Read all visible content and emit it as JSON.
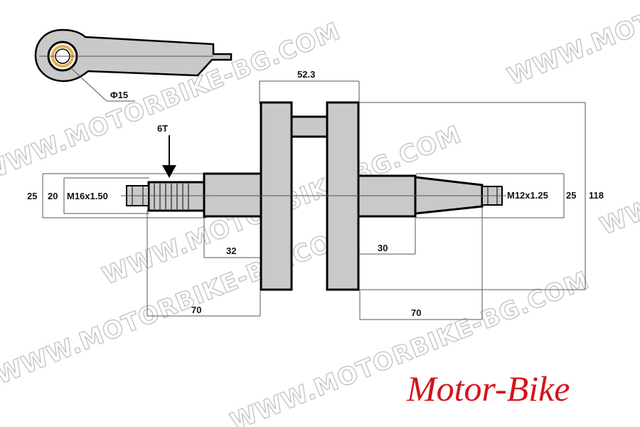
{
  "diagram": {
    "dimensions": {
      "web_width": "52.3",
      "total_height": "118",
      "left_outer_diameter": "25",
      "left_inner_diameter": "20",
      "left_thread": "M16x1.50",
      "right_thread": "M12x1.25",
      "right_diameter": "25",
      "left_journal": "32",
      "right_journal": "30",
      "left_length": "70",
      "right_length": "70",
      "spline": "6T",
      "rod_bore": "Φ15"
    },
    "watermark": "WWW.MOTORBIKE-BG.COM",
    "brand": "Motor-Bike",
    "colors": {
      "part_fill": "#c9c9c9",
      "outline": "#000000",
      "dimension_line": "#555555",
      "brand": "#d4141a",
      "watermark_stroke": "#c4c4c4"
    }
  }
}
